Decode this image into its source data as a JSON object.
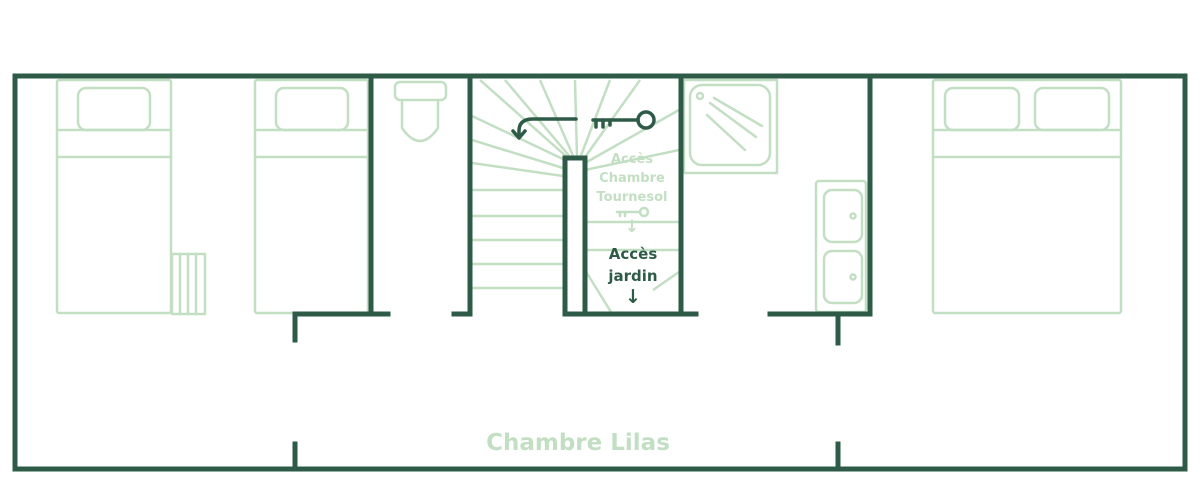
{
  "labels": {
    "access_tournesol": [
      "Accès",
      "Chambre",
      "Tournesol"
    ],
    "access_garden": [
      "Accès",
      "jardin"
    ],
    "room_name": "Chambre Lilas"
  },
  "arrows": {
    "down": "↓"
  },
  "icons": [
    "key-icon",
    "curved-arrow-icon",
    "small-key-icon"
  ],
  "colors": {
    "wall": "#2e5b47",
    "furniture": "#c3dfc3",
    "background": "#ffffff"
  }
}
